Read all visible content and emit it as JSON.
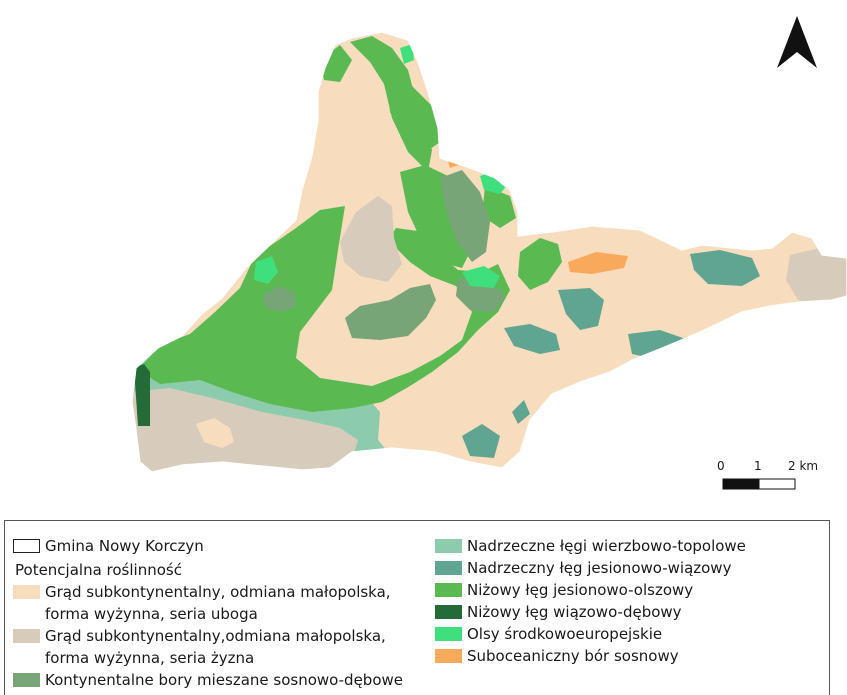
{
  "scale_bar": {
    "tick_0": "0",
    "tick_1": "1",
    "tick_2": "2 km"
  },
  "north_arrow": {
    "icon": "north-arrow-icon"
  },
  "legend": {
    "boundary_label": "Gmina Nowy Korczyn",
    "section_title": "Potencjalna roślinność",
    "left_items": [
      {
        "line1": "Grąd subkontynentalny, odmiana małopolska,",
        "line2": "forma wyżynna, seria uboga",
        "color": "#f7dcbd"
      },
      {
        "line1": "Grąd subkontynentalny,odmiana małopolska,",
        "line2": "forma wyżynna, seria żyzna",
        "color": "#d7ccbc"
      },
      {
        "line1": "Kontynentalne bory mieszane sosnowo-dębowe",
        "line2": "",
        "color": "#77a577"
      }
    ],
    "right_items": [
      {
        "label": "Nadrzeczne łęgi wierzbowo-topolowe",
        "color": "#8ccbab"
      },
      {
        "label": "Nadrzeczny łęg jesionowo-wiązowy",
        "color": "#5fa592"
      },
      {
        "label": "Niżowy łęg jesionowo-olszowy",
        "color": "#5ab951"
      },
      {
        "label": "Niżowy łęg wiązowo-dębowy",
        "color": "#236b37"
      },
      {
        "label": "Olsy środkowoeuropejskie",
        "color": "#3fe07b"
      },
      {
        "label": "Suboceaniczny bór sosnowy",
        "color": "#f9a95c"
      }
    ]
  }
}
